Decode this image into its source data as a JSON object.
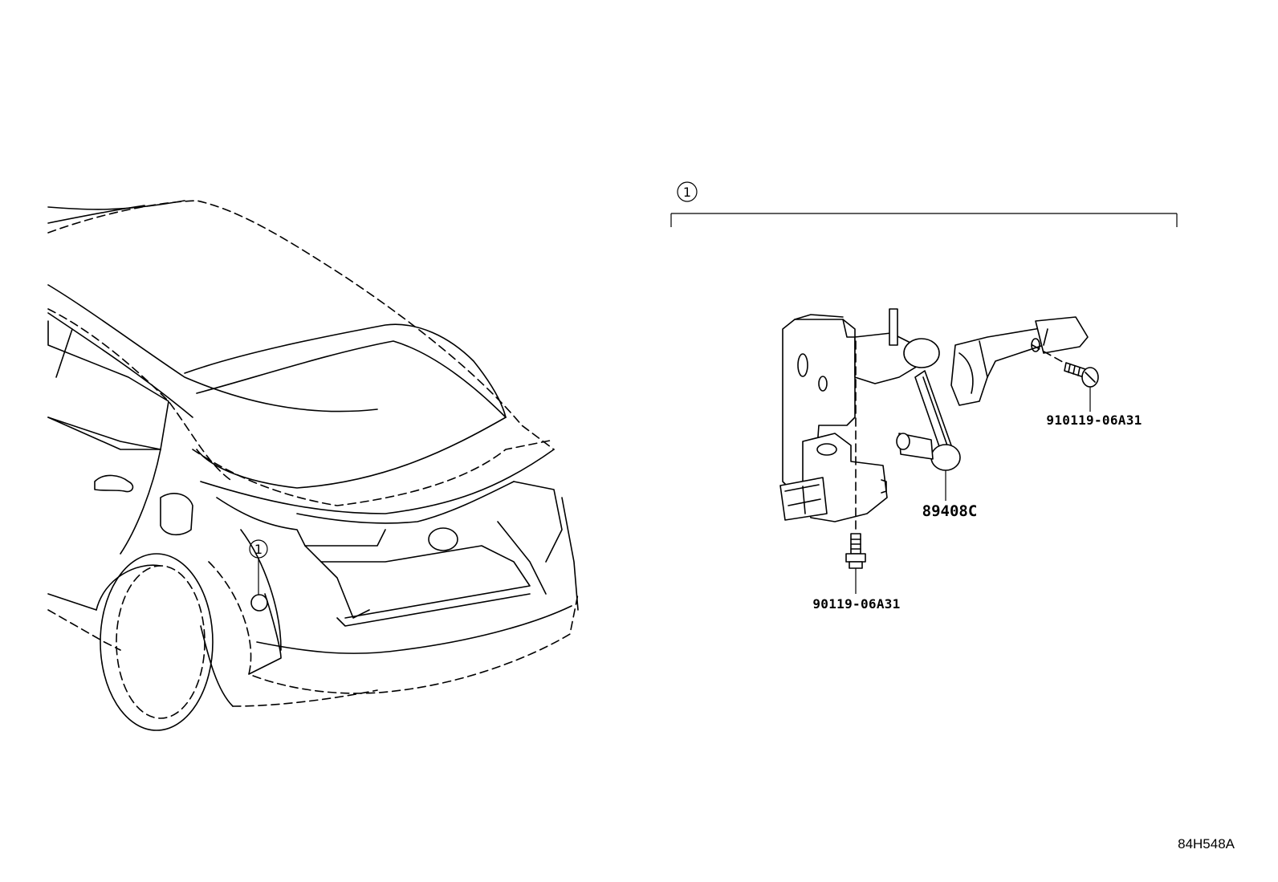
{
  "callout": {
    "index_left": "1",
    "index_right": "1"
  },
  "parts": {
    "sensor_link": "89408C",
    "bolt_bracket": "910119-06A31",
    "bolt_base": "90119-06A31"
  },
  "drawing_id": "84H548A"
}
